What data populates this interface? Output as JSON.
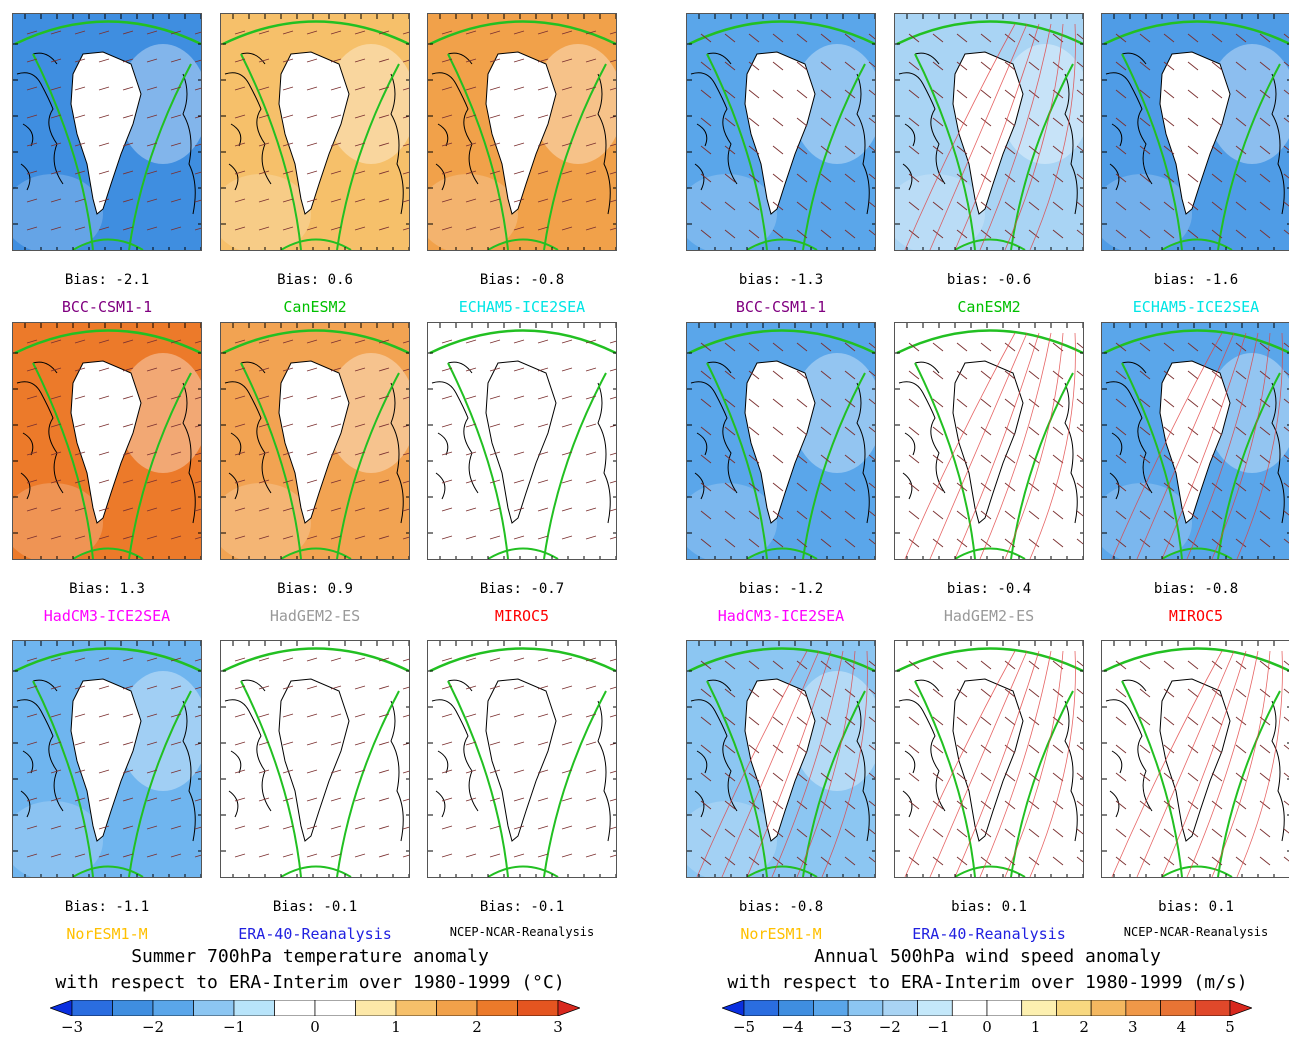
{
  "left": {
    "panels": [
      {
        "bias": "Bias: -2.1",
        "model": "BCC-CSM1-1",
        "color": "#800080",
        "fill": "#3f8ee0"
      },
      {
        "bias": "Bias: 0.6",
        "model": "CanESM2",
        "color": "#00c000",
        "fill": "#f6c06a"
      },
      {
        "bias": "Bias: -0.8",
        "model": "ECHAM5-ICE2SEA",
        "color": "#00e5e5",
        "fill": "#f1a14a"
      },
      {
        "bias": "Bias: 1.3",
        "model": "HadCM3-ICE2SEA",
        "color": "#ff00ff",
        "fill": "#ec7a2a"
      },
      {
        "bias": "Bias: 0.9",
        "model": "HadGEM2-ES",
        "color": "#999999",
        "fill": "#f2a352"
      },
      {
        "bias": "Bias: -0.7",
        "model": "MIROC5",
        "color": "#ff0000",
        "fill": "#ffffff"
      },
      {
        "bias": "Bias: -1.1",
        "model": "NorESM1-M",
        "color": "#ffc000",
        "fill": "#6fb5ef"
      },
      {
        "bias": "Bias: -0.1",
        "model": "ERA-40-Reanalysis",
        "color": "#2020e0",
        "fill": "#ffffff"
      },
      {
        "bias": "Bias: -0.1",
        "model": "NCEP-NCAR-Reanalysis",
        "color": "#000000",
        "fill": "#ffffff"
      }
    ],
    "title_line1": "Summer 700hPa temperature anomaly",
    "title_line2": "with respect to ERA-Interim over 1980-1999 (°C)",
    "colorbar_ticks": [
      "−3",
      "−2",
      "−1",
      "0",
      "1",
      "2",
      "3"
    ]
  },
  "right": {
    "panels": [
      {
        "bias": "bias: -1.3",
        "model": "BCC-CSM1-1",
        "color": "#800080",
        "fill": "#5aa6ea"
      },
      {
        "bias": "bias: -0.6",
        "model": "CanESM2",
        "color": "#00c000",
        "fill": "#a9d4f4"
      },
      {
        "bias": "bias: -1.6",
        "model": "ECHAM5-ICE2SEA",
        "color": "#00e5e5",
        "fill": "#4f9ce6"
      },
      {
        "bias": "bias: -1.2",
        "model": "HadCM3-ICE2SEA",
        "color": "#ff00ff",
        "fill": "#5aa6ea"
      },
      {
        "bias": "bias: -0.4",
        "model": "HadGEM2-ES",
        "color": "#999999",
        "fill": "#ffffff"
      },
      {
        "bias": "bias: -0.8",
        "model": "MIROC5",
        "color": "#ff0000",
        "fill": "#5aa6ea"
      },
      {
        "bias": "bias: -0.8",
        "model": "NorESM1-M",
        "color": "#ffc000",
        "fill": "#8cc6f2"
      },
      {
        "bias": "bias: 0.1",
        "model": "ERA-40-Reanalysis",
        "color": "#2020e0",
        "fill": "#ffffff"
      },
      {
        "bias": "bias: 0.1",
        "model": "NCEP-NCAR-Reanalysis",
        "color": "#000000",
        "fill": "#ffffff"
      }
    ],
    "title_line1": "Annual 500hPa wind speed anomaly",
    "title_line2": "with respect to ERA-Interim over 1980-1999 (m/s)",
    "colorbar_ticks": [
      "−5",
      "−4",
      "−3",
      "−2",
      "−1",
      "0",
      "1",
      "2",
      "3",
      "4",
      "5"
    ]
  },
  "colors": {
    "temp_scale": [
      "#0a2fe0",
      "#2a6de0",
      "#3f8ee0",
      "#5aa6ea",
      "#8cc6f2",
      "#b8e4fa",
      "#ffffff",
      "#ffffff",
      "#fde8a8",
      "#f6c06a",
      "#f1a14a",
      "#ec7a2a",
      "#e45520",
      "#d8281e"
    ],
    "wind_scale": [
      "#0a2fe0",
      "#2a6de0",
      "#3f8ee0",
      "#5aa6ea",
      "#8cc6f2",
      "#a9d4f4",
      "#c4e8fa",
      "#ffffff",
      "#ffffff",
      "#fdf0b0",
      "#f8d880",
      "#f4b860",
      "#f09848",
      "#e87434",
      "#e0482a",
      "#d8281e"
    ],
    "sector_line": "#22c022",
    "contour_line": "#e04040"
  }
}
